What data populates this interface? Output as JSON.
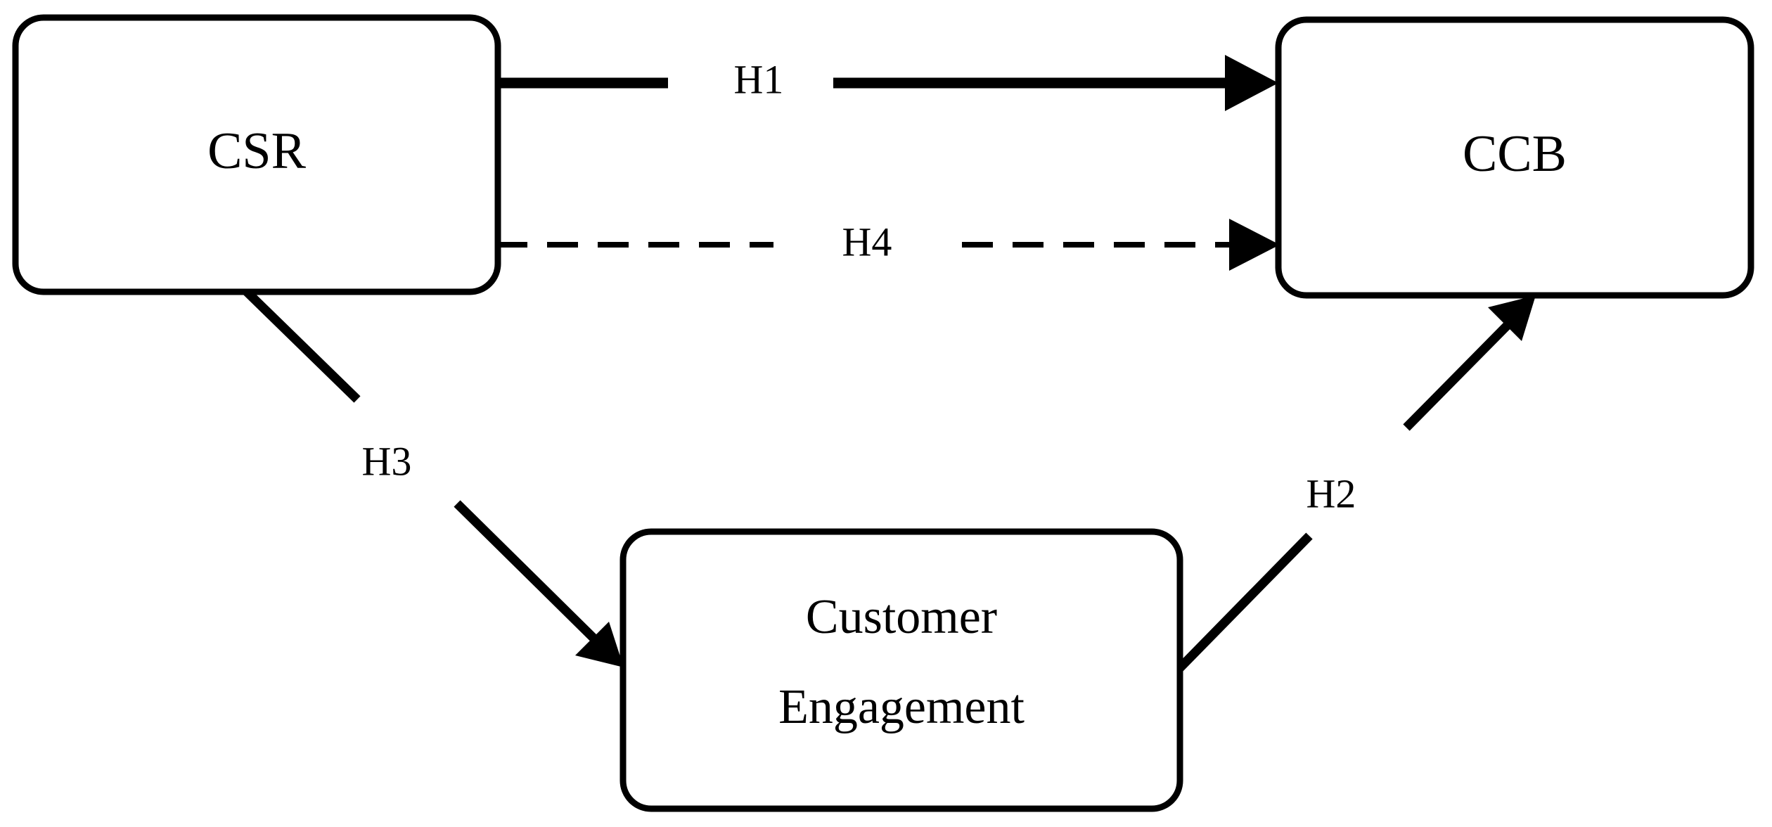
{
  "diagram": {
    "type": "conceptual-model",
    "title": "",
    "background_color": "#ffffff",
    "stroke_color": "#000000",
    "nodes": [
      {
        "id": "csr",
        "label": "CSR",
        "label_lines": [
          "CSR"
        ],
        "shape": "rounded-rectangle"
      },
      {
        "id": "ccb",
        "label": "CCB",
        "label_lines": [
          "CCB"
        ],
        "shape": "rounded-rectangle"
      },
      {
        "id": "customer_engagement",
        "label": "Customer Engagement",
        "label_lines": [
          "Customer",
          "Engagement"
        ],
        "shape": "rounded-rectangle"
      }
    ],
    "edges": [
      {
        "id": "h1",
        "label": "H1",
        "from": "csr",
        "to": "ccb",
        "style": "solid",
        "arrow": "single"
      },
      {
        "id": "h4",
        "label": "H4",
        "from": "csr",
        "to": "ccb",
        "style": "dashed",
        "arrow": "single"
      },
      {
        "id": "h3",
        "label": "H3",
        "from": "csr",
        "to": "customer_engagement",
        "style": "solid",
        "arrow": "single"
      },
      {
        "id": "h2",
        "label": "H2",
        "from": "customer_engagement",
        "to": "ccb",
        "style": "solid",
        "arrow": "single"
      }
    ]
  },
  "chart_data": {
    "type": "diagram",
    "title": "",
    "nodes": [
      "CSR",
      "CCB",
      "Customer Engagement"
    ],
    "edges": [
      {
        "label": "H1",
        "source": "CSR",
        "target": "CCB",
        "line": "solid"
      },
      {
        "label": "H4",
        "source": "CSR",
        "target": "CCB",
        "line": "dashed"
      },
      {
        "label": "H3",
        "source": "CSR",
        "target": "Customer Engagement",
        "line": "solid"
      },
      {
        "label": "H2",
        "source": "Customer Engagement",
        "target": "CCB",
        "line": "solid"
      }
    ]
  }
}
